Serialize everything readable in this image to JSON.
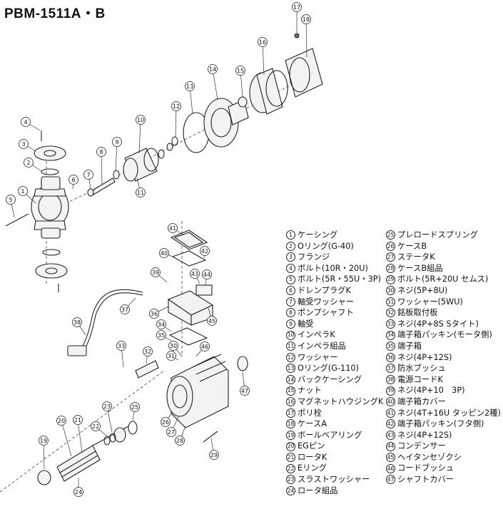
{
  "title": "PBM-1511A・B",
  "legend": [
    {
      "num": "1",
      "label": "ケーシング"
    },
    {
      "num": "2",
      "label": "Oリング(G-40)"
    },
    {
      "num": "3",
      "label": "フランジ"
    },
    {
      "num": "4",
      "label": "ボルト(10R・20U)"
    },
    {
      "num": "5",
      "label": "ボルト(5R・55U・3P)"
    },
    {
      "num": "6",
      "label": "ドレンプラグK"
    },
    {
      "num": "7",
      "label": "軸受ワッシャー"
    },
    {
      "num": "8",
      "label": "ポンプシャフト"
    },
    {
      "num": "9",
      "label": "軸受"
    },
    {
      "num": "10",
      "label": "インペラK"
    },
    {
      "num": "11",
      "label": "インペラ組品"
    },
    {
      "num": "12",
      "label": "ワッシャー"
    },
    {
      "num": "13",
      "label": "Oリング(G-110)"
    },
    {
      "num": "14",
      "label": "バックケーシング"
    },
    {
      "num": "15",
      "label": "ナット"
    },
    {
      "num": "16",
      "label": "マグネットハウジングK"
    },
    {
      "num": "17",
      "label": "ポリ栓"
    },
    {
      "num": "18",
      "label": "ケースA"
    },
    {
      "num": "19",
      "label": "ボールベアリング"
    },
    {
      "num": "20",
      "label": "EGピン"
    },
    {
      "num": "21",
      "label": "ロータK"
    },
    {
      "num": "22",
      "label": "Eリング"
    },
    {
      "num": "23",
      "label": "スラストワッシャー"
    },
    {
      "num": "24",
      "label": "ロータ組品"
    },
    {
      "num": "25",
      "label": "プレロードスプリング"
    },
    {
      "num": "26",
      "label": "ケースB"
    },
    {
      "num": "27",
      "label": "ステータK"
    },
    {
      "num": "28",
      "label": "ケースB組品"
    },
    {
      "num": "29",
      "label": "ボルト(5R+20U セムス)"
    },
    {
      "num": "30",
      "label": "ネジ(5P+8U)"
    },
    {
      "num": "31",
      "label": "ワッシャー(5WU)"
    },
    {
      "num": "32",
      "label": "銘板取付板"
    },
    {
      "num": "33",
      "label": "ネジ(4P+8S Sタイト)"
    },
    {
      "num": "34",
      "label": "端子箱パッキン(モータ側)"
    },
    {
      "num": "35",
      "label": "端子箱"
    },
    {
      "num": "36",
      "label": "ネジ(4P+12S)"
    },
    {
      "num": "37",
      "label": "防水ブッシュ"
    },
    {
      "num": "38",
      "label": "電源コードK"
    },
    {
      "num": "39",
      "label": "ネジ(4P+10　3P)"
    },
    {
      "num": "40",
      "label": "端子箱カバー"
    },
    {
      "num": "41",
      "label": "ネジ(4T+16U タッピン2種)"
    },
    {
      "num": "42",
      "label": "端子箱パッキン(フタ側)"
    },
    {
      "num": "43",
      "label": "ネジ(4P+12S)"
    },
    {
      "num": "44",
      "label": "コンデンサー"
    },
    {
      "num": "45",
      "label": "ヘイタンセゾクシ"
    },
    {
      "num": "46",
      "label": "コードブッシュ"
    },
    {
      "num": "47",
      "label": "シャフトカバー"
    }
  ],
  "callout_numbers": [
    "1",
    "2",
    "3",
    "4",
    "5",
    "6",
    "7",
    "8",
    "9",
    "10",
    "11",
    "12",
    "13",
    "14",
    "15",
    "16",
    "17",
    "18",
    "19",
    "20",
    "21",
    "22",
    "23",
    "24",
    "25",
    "26",
    "27",
    "28",
    "29",
    "30",
    "31",
    "32",
    "33",
    "34",
    "35",
    "36",
    "37",
    "38",
    "39",
    "40",
    "41",
    "42",
    "43",
    "44",
    "45",
    "46",
    "47"
  ]
}
